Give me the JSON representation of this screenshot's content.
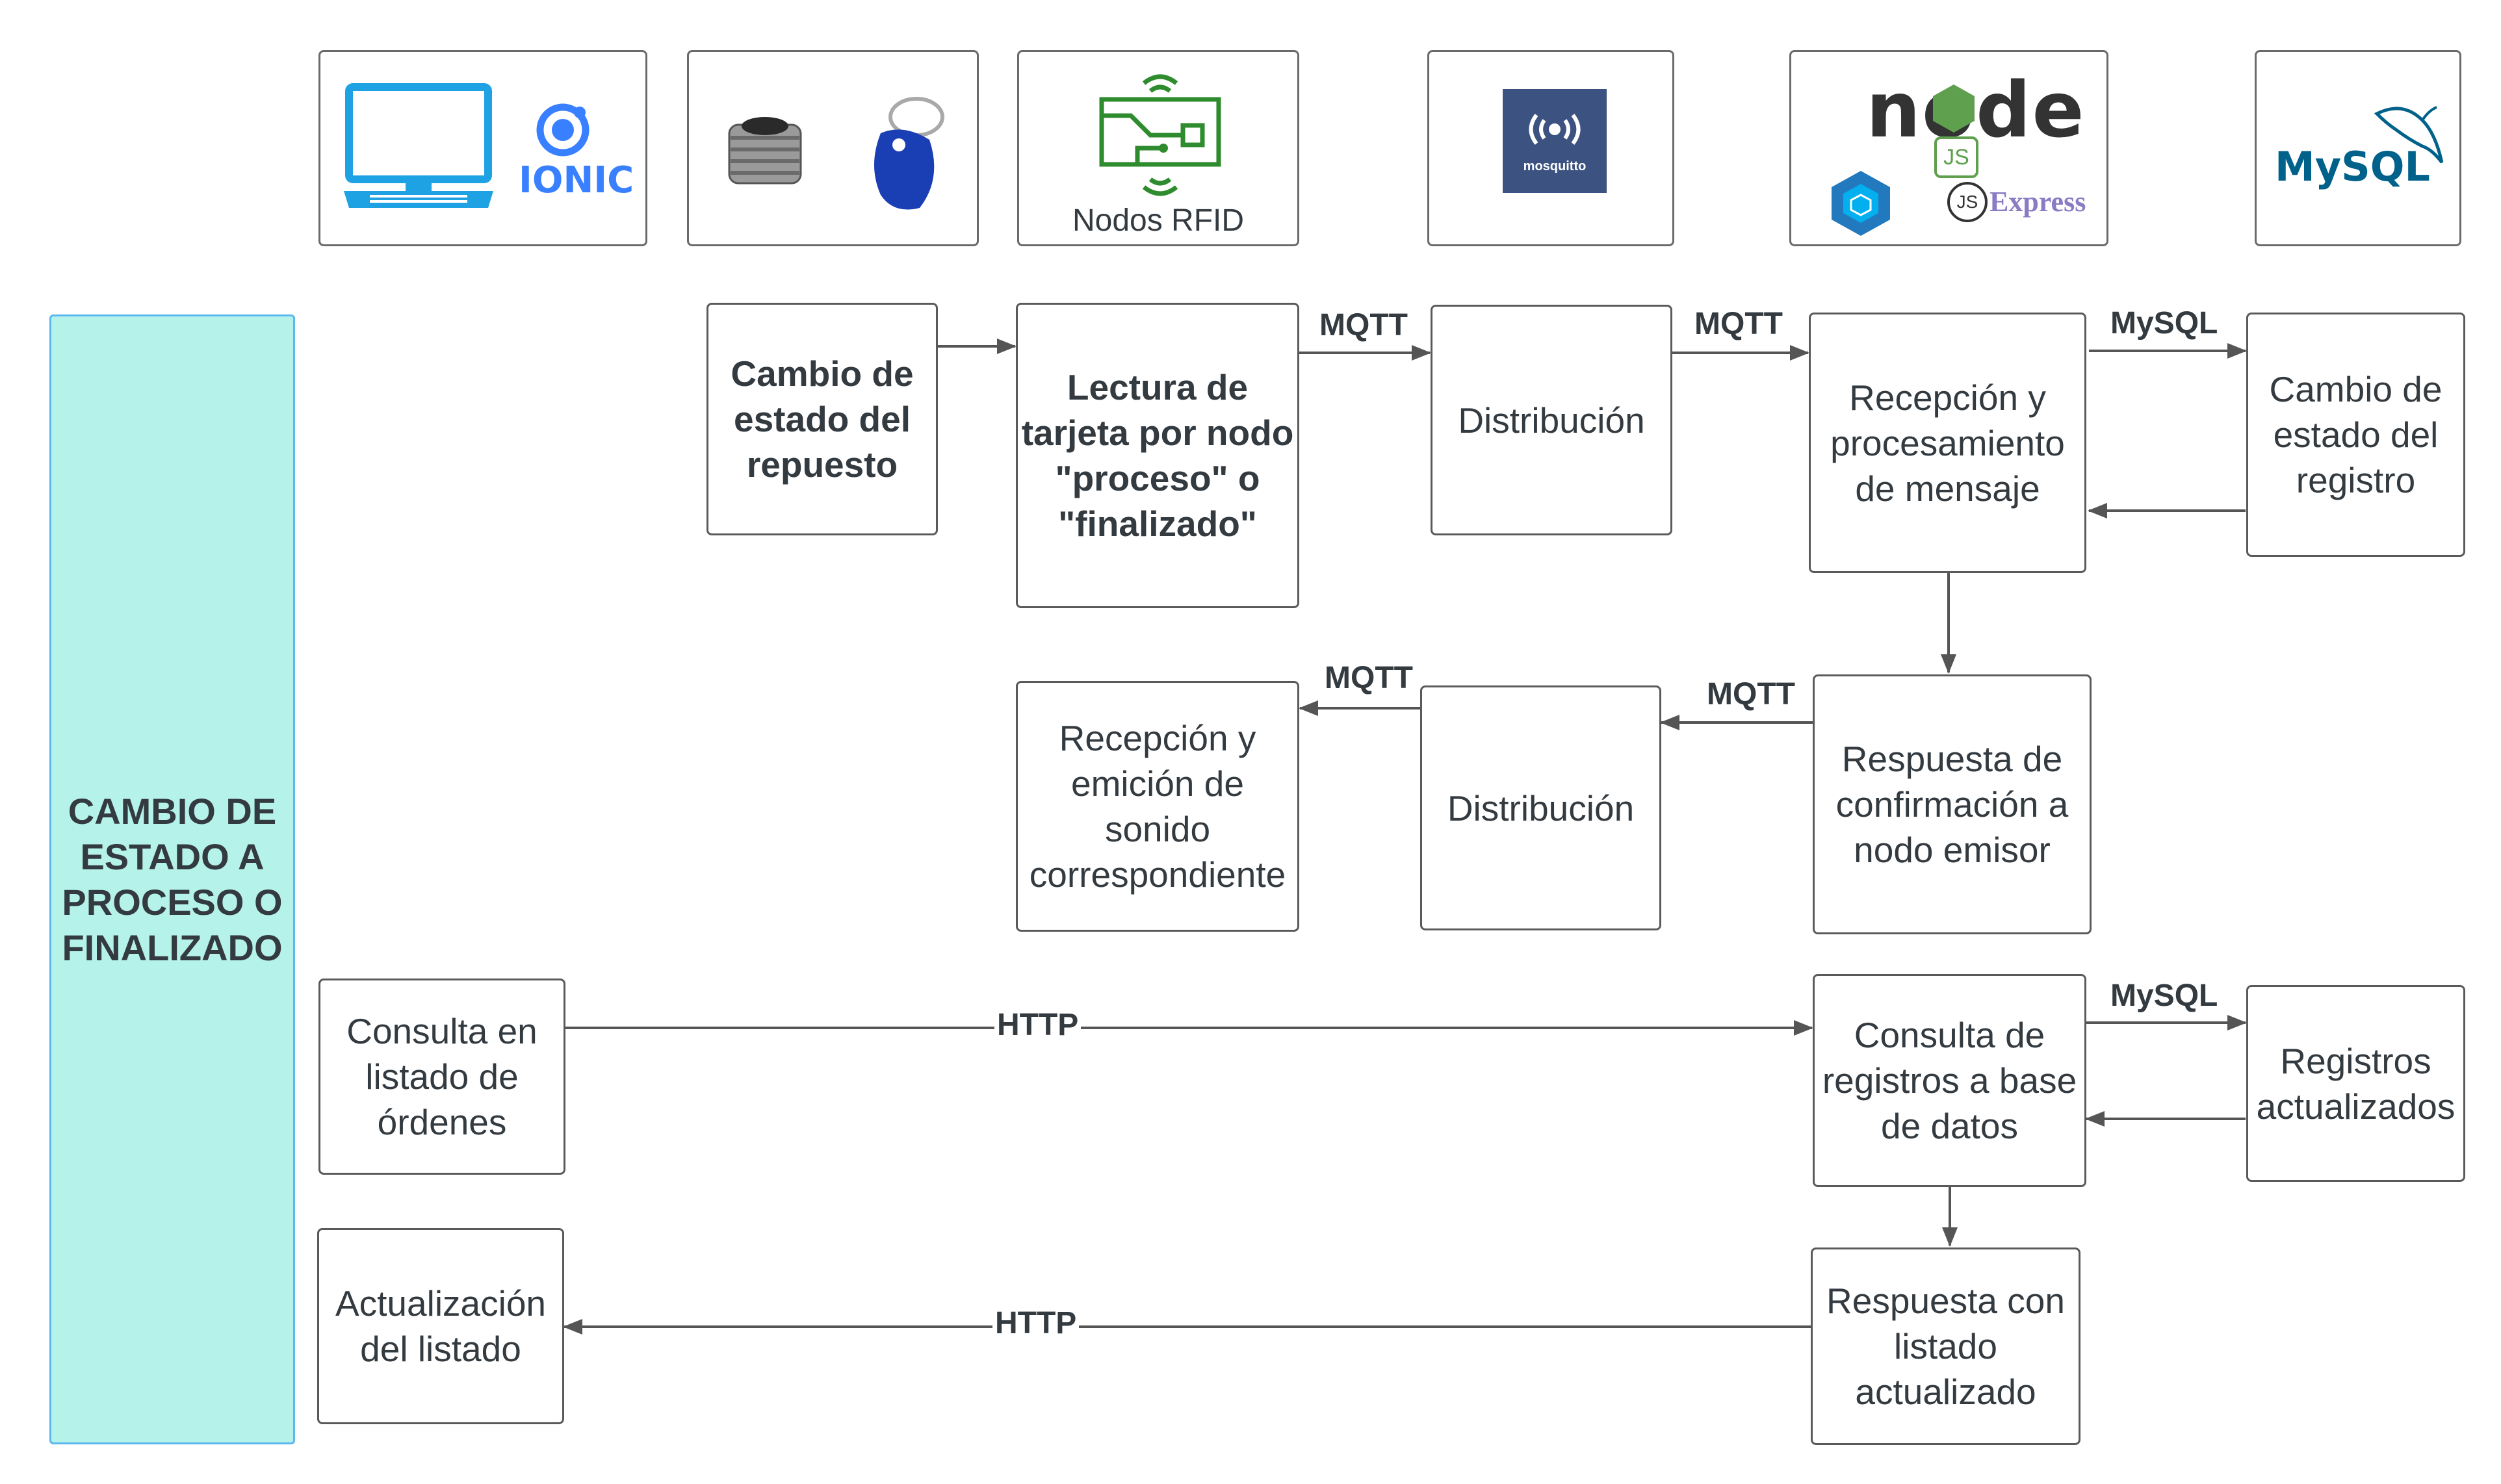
{
  "lane": {
    "title": "CAMBIO DE ESTADO A PROCESO O FINALIZADO"
  },
  "logos": {
    "ionic_text": "IONIC",
    "rfid_caption": "Nodos RFID",
    "mosquitto_text": "mosquitto",
    "node_text": "node",
    "node_badge": "JS",
    "express_badge": "JS",
    "express_text": "Express",
    "mysql_text": "MySQL"
  },
  "nodes": {
    "cambio_repuesto": "Cambio de estado del repuesto",
    "lectura_tarjeta": "Lectura de tarjeta por nodo \"proceso\" o \"finalizado\"",
    "distribucion_1": "Distribución",
    "recepcion_procesamiento": "Recepción y procesamiento de mensaje",
    "cambio_registro": "Cambio de estado del registro",
    "recepcion_sonido": "Recepción y emición de sonido correspondiente",
    "distribucion_2": "Distribución",
    "respuesta_confirmacion": "Respuesta de confirmación a nodo emisor",
    "consulta_listado": "Consulta en listado de órdenes",
    "consulta_registros": "Consulta de registros a base de datos",
    "registros_actualizados": "Registros actualizados",
    "actualizacion_listado": "Actualización del listado",
    "respuesta_listado": "Respuesta con listado actualizado"
  },
  "edges": {
    "mqtt_1": "MQTT",
    "mqtt_2": "MQTT",
    "mysql_1": "MySQL",
    "mqtt_3": "MQTT",
    "mqtt_4": "MQTT",
    "http_1": "HTTP",
    "mysql_2": "MySQL",
    "http_2": "HTTP"
  },
  "colors": {
    "lane_fill": "#b5f2ea",
    "lane_border": "#5bb7f0",
    "laptop_blue": "#1fa2e3",
    "ionic_blue": "#3880ff",
    "rfid_green": "#2e8b2e",
    "mosquitto_bg": "#3c5280",
    "node_green": "#5fa04e",
    "express_purple": "#8a7bc4",
    "mysql_blue": "#00618a",
    "mysql_orange": "#e48e00"
  }
}
